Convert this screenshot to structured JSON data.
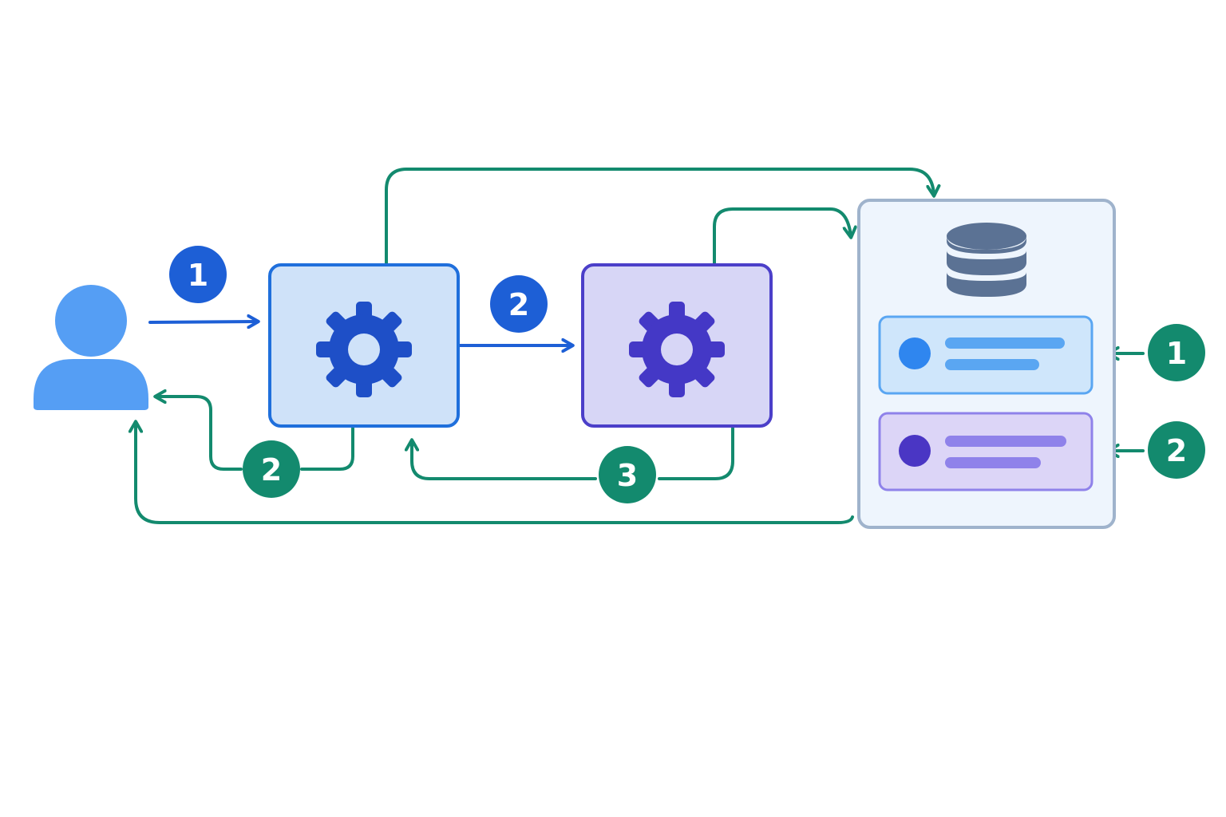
{
  "colors": {
    "request_blue": "#1d5fd6",
    "response_green": "#138a6e",
    "service_a_fill": "#cfe2f9",
    "service_a_stroke": "#1f6fdc",
    "service_b_fill": "#d7d6f6",
    "service_b_stroke": "#4b3fc9",
    "store_fill": "#eef5fd",
    "store_stroke": "#9fb3cc",
    "user_icon": "#559ef4",
    "database_icon": "#5b7294"
  },
  "nodes": {
    "user": {
      "icon": "user-icon"
    },
    "service_a": {
      "icon": "gear-icon"
    },
    "service_b": {
      "icon": "gear-icon"
    },
    "data_store": {
      "icon": "database-icon",
      "records": [
        {
          "icon": "record-dot",
          "color": "#2f86ef",
          "line_color": "#5aa6f2"
        },
        {
          "icon": "record-dot",
          "color": "#4a36c4",
          "line_color": "#8f82ea"
        }
      ]
    }
  },
  "badges": {
    "request_1": "1",
    "request_2": "2",
    "response_2": "2",
    "response_3": "3",
    "store_1": "1",
    "store_2": "2"
  }
}
